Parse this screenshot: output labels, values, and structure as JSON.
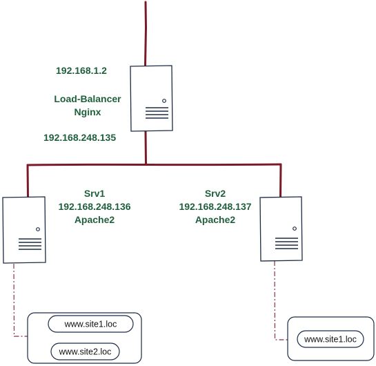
{
  "colors": {
    "link": "#7a1a28",
    "label": "#1f5f3c",
    "server_outline": "#1c2a44",
    "host_text": "#111111",
    "dashed_link": "#8a3340"
  },
  "load_balancer": {
    "ip_public": "192.168.1.2",
    "name": "Load-Balancer",
    "software": "Nginx",
    "ip_private": "192.168.248.135",
    "icon": "server-icon"
  },
  "servers": [
    {
      "name": "Srv1",
      "ip": "192.168.248.136",
      "software": "Apache2",
      "icon": "server-icon",
      "sites": [
        "www.site1.loc",
        "www.site2.loc"
      ]
    },
    {
      "name": "Srv2",
      "ip": "192.168.248.137",
      "software": "Apache2",
      "icon": "server-icon",
      "sites": [
        "www.site1.loc"
      ]
    }
  ]
}
